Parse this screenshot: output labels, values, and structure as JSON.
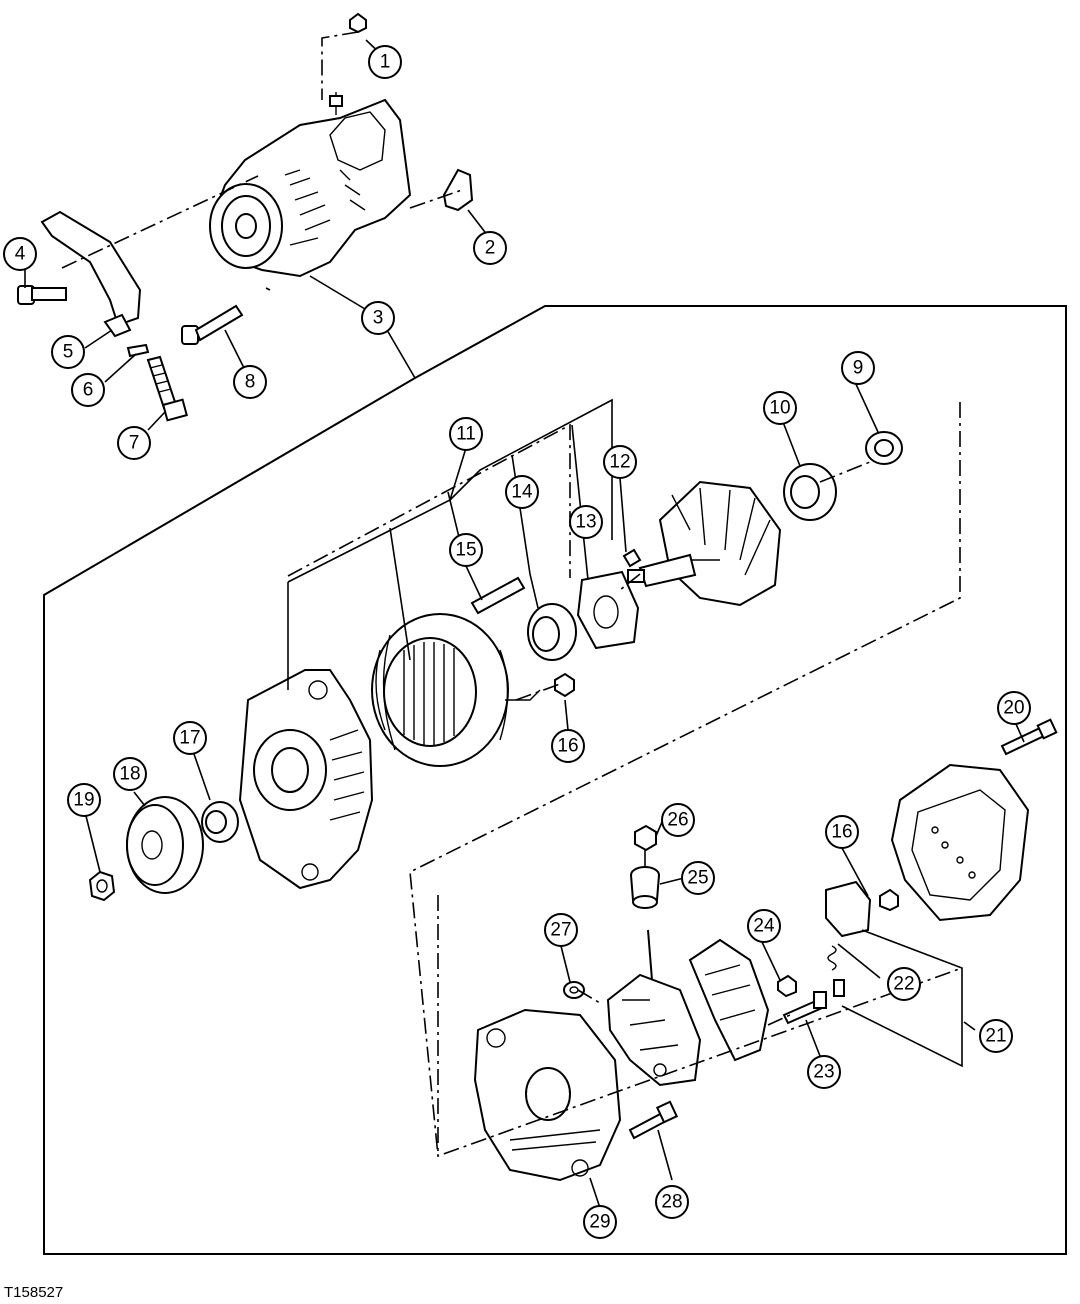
{
  "figure_id": "T158527",
  "callouts": [
    "1",
    "2",
    "3",
    "4",
    "5",
    "6",
    "7",
    "8",
    "9",
    "10",
    "11",
    "12",
    "13",
    "14",
    "15",
    "16",
    "17",
    "18",
    "19",
    "20",
    "21",
    "22",
    "23",
    "24",
    "25",
    "26",
    "27",
    "28",
    "29",
    "16"
  ],
  "colors": {
    "line": "#000000",
    "background": "#ffffff"
  }
}
